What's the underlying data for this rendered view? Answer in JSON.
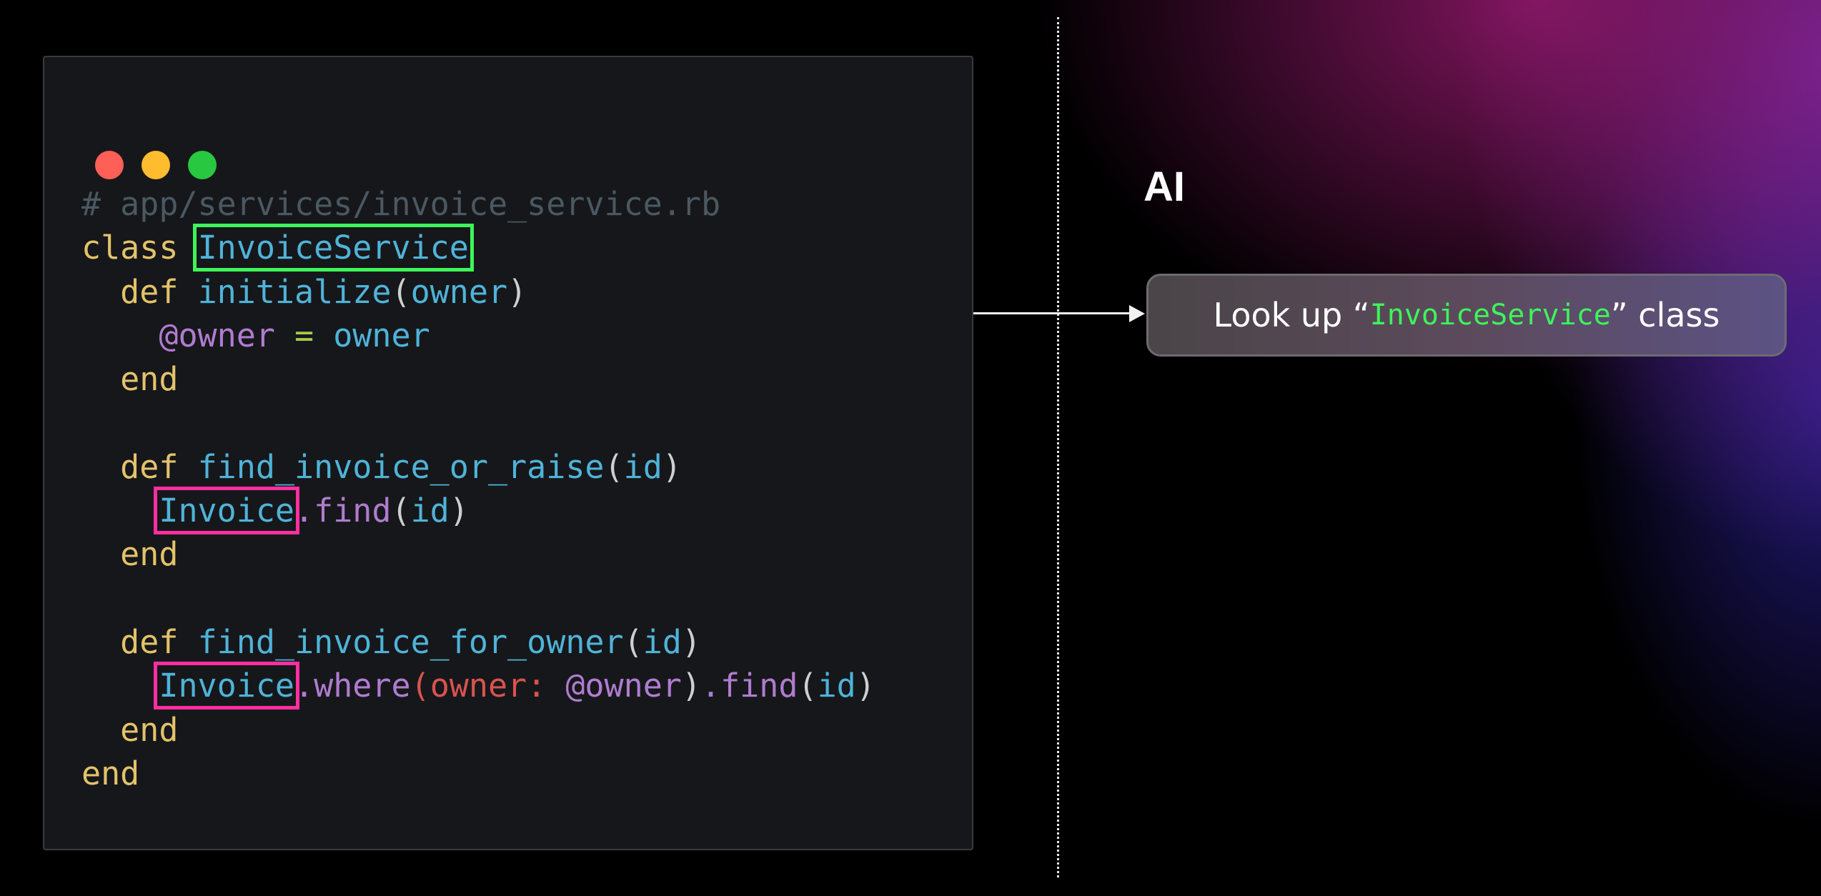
{
  "colors": {
    "comment": "#4a5861",
    "keyword": "#e3c36a",
    "ident": "#4fb3d9",
    "ivar": "#b07cd0",
    "op": "#a6c94d",
    "symbol": "#d9534f",
    "punct": "#cfcfcf",
    "highlight_class": "#3df55a",
    "highlight_ref": "#ff2fa0",
    "dot_close": "#fe5f57",
    "dot_min": "#febc2e",
    "dot_max": "#28c840"
  },
  "code": {
    "lines": [
      [
        {
          "t": "# app/services/invoice_service.rb",
          "c": "comment"
        }
      ],
      [
        {
          "t": "class ",
          "c": "keyword"
        },
        {
          "t": "InvoiceService",
          "c": "ident",
          "box": "highlight_class"
        }
      ],
      [
        {
          "t": "  def ",
          "c": "keyword"
        },
        {
          "t": "initialize",
          "c": "ident"
        },
        {
          "t": "(",
          "c": "punct"
        },
        {
          "t": "owner",
          "c": "ident"
        },
        {
          "t": ")",
          "c": "punct"
        }
      ],
      [
        {
          "t": "    @owner",
          "c": "ivar"
        },
        {
          "t": " = ",
          "c": "op"
        },
        {
          "t": "owner",
          "c": "ident"
        }
      ],
      [
        {
          "t": "  end",
          "c": "keyword"
        }
      ],
      [],
      [
        {
          "t": "  def ",
          "c": "keyword"
        },
        {
          "t": "find_invoice_or_raise",
          "c": "ident"
        },
        {
          "t": "(",
          "c": "punct"
        },
        {
          "t": "id",
          "c": "ident"
        },
        {
          "t": ")",
          "c": "punct"
        }
      ],
      [
        {
          "t": "    ",
          "c": "punct"
        },
        {
          "t": "Invoice",
          "c": "ident",
          "box": "highlight_ref"
        },
        {
          "t": ".find",
          "c": "ivar"
        },
        {
          "t": "(",
          "c": "punct"
        },
        {
          "t": "id",
          "c": "ident"
        },
        {
          "t": ")",
          "c": "punct"
        }
      ],
      [
        {
          "t": "  end",
          "c": "keyword"
        }
      ],
      [],
      [
        {
          "t": "  def ",
          "c": "keyword"
        },
        {
          "t": "find_invoice_for_owner",
          "c": "ident"
        },
        {
          "t": "(",
          "c": "punct"
        },
        {
          "t": "id",
          "c": "ident"
        },
        {
          "t": ")",
          "c": "punct"
        }
      ],
      [
        {
          "t": "    ",
          "c": "punct"
        },
        {
          "t": "Invoice",
          "c": "ident",
          "box": "highlight_ref"
        },
        {
          "t": ".where",
          "c": "ivar"
        },
        {
          "t": "(",
          "c": "symbol"
        },
        {
          "t": "owner: ",
          "c": "symbol"
        },
        {
          "t": "@owner",
          "c": "ivar"
        },
        {
          "t": ")",
          "c": "punct"
        },
        {
          "t": ".find",
          "c": "ivar"
        },
        {
          "t": "(",
          "c": "punct"
        },
        {
          "t": "id",
          "c": "ident"
        },
        {
          "t": ")",
          "c": "punct"
        }
      ],
      [
        {
          "t": "  end",
          "c": "keyword"
        }
      ],
      [
        {
          "t": "end",
          "c": "keyword"
        }
      ]
    ]
  },
  "ai_label": "AI",
  "step": {
    "prefix": "Look up “",
    "name": "InvoiceService",
    "suffix": "” class"
  }
}
